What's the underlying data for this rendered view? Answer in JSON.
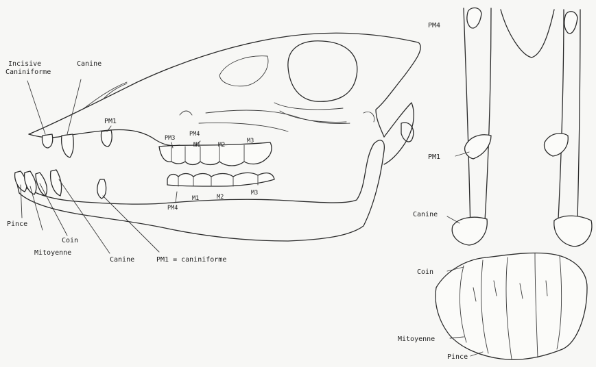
{
  "skull_labels": {
    "incisive": "Incisive",
    "caniniforme": "Caniniforme",
    "canine_upper": "Canine",
    "pm1_upper": "PM1",
    "pm3": "PM3",
    "pm4_upper": "PM4",
    "m1_upper": "M1",
    "m2_upper": "M2",
    "m3_upper": "M3",
    "pm4_lower": "PM4",
    "m1_lower": "M1",
    "m2_lower": "M2",
    "m3_lower": "M3",
    "pince": "Pince",
    "coin": "Coin",
    "mitoyenne": "Mitoyenne",
    "canine_lower": "Canine",
    "pm1_caniniforme": "PM1 = caniniforme"
  },
  "mandible_labels": {
    "pm4": "PM4",
    "pm1": "PM1",
    "canine": "Canine",
    "coin": "Coin",
    "mitoyenne": "Mitoyenne",
    "pince": "Pince"
  },
  "colors": {
    "ink": "#2a2a2a",
    "paper": "#f7f7f5"
  }
}
